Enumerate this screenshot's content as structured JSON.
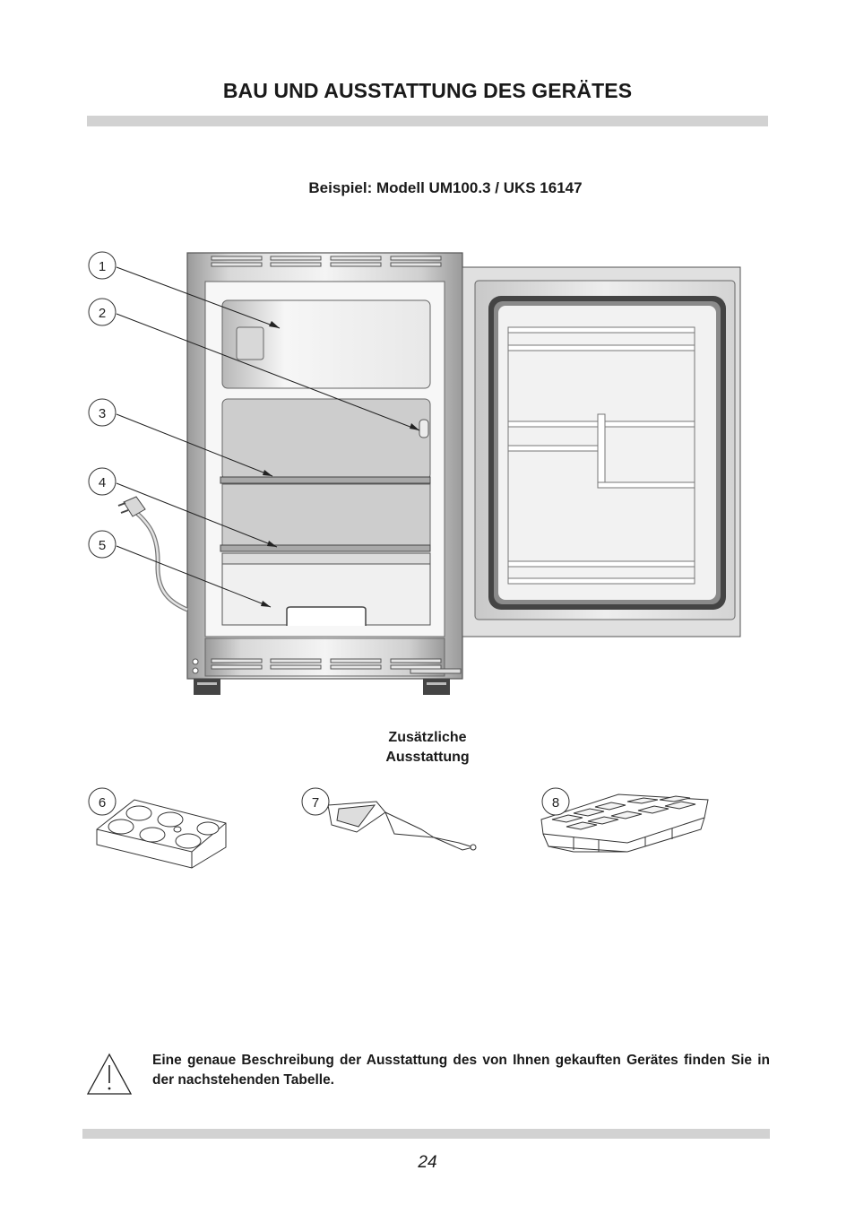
{
  "page": {
    "title": "BAU UND AUSSTATTUNG DES GERÄTES",
    "subtitle": "Beispiel: Modell UM100.3 / UKS 16147",
    "extra_equipment_line1": "Zusätzliche",
    "extra_equipment_line2": "Ausstattung",
    "note_text": "Eine genaue Beschreibung der Ausstattung des von Ihnen gekauften Gerätes finden Sie in der nachstehenden Tabelle.",
    "page_number": "24"
  },
  "callouts": [
    "1",
    "2",
    "3",
    "4",
    "5",
    "6",
    "7",
    "8"
  ],
  "icons": {
    "warning": "warning-triangle-icon"
  },
  "colors": {
    "rule_bar": "#d2d2d2",
    "text": "#1a1a1a",
    "appliance_steel": "#bdbdbd",
    "compartment_grey": "#cdcdcd"
  }
}
